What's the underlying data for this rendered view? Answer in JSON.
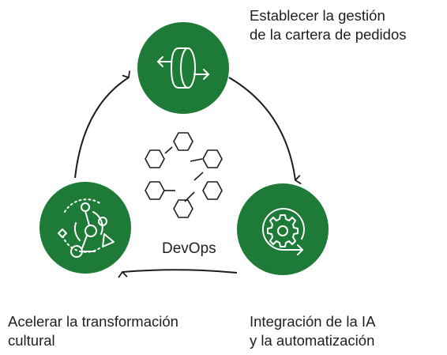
{
  "center": {
    "label": "DevOps"
  },
  "steps": [
    {
      "lines": [
        "Establecer la gestión",
        "de la cartera de pedidos"
      ],
      "icon": "backlog-filter-icon"
    },
    {
      "lines": [
        "Integración de la IA",
        "y la automatización"
      ],
      "icon": "automation-gear-icon"
    },
    {
      "lines": [
        "Acelerar la transformación",
        "cultural"
      ],
      "icon": "transformation-network-icon"
    }
  ],
  "colors": {
    "circle_fill": "#1e7a37",
    "icon_stroke": "#ffffff",
    "line": "#1d1d1d",
    "text": "#1f1f1f"
  }
}
